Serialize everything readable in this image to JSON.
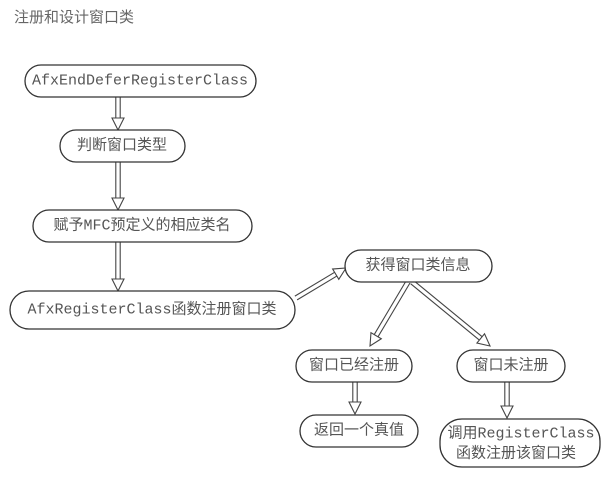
{
  "title": "注册和设计窗口类",
  "nodes": {
    "n1": "AfxEndDeferRegisterClass",
    "n2": "判断窗口类型",
    "n3": "赋予MFC预定义的相应类名",
    "n4": "AfxRegisterClass函数注册窗口类",
    "n5": "获得窗口类信息",
    "n6": "窗口已经注册",
    "n7": "窗口未注册",
    "n8": "返回一个真值",
    "n9_line1": "调用RegisterClass",
    "n9_line2": "函数注册该窗口类"
  }
}
